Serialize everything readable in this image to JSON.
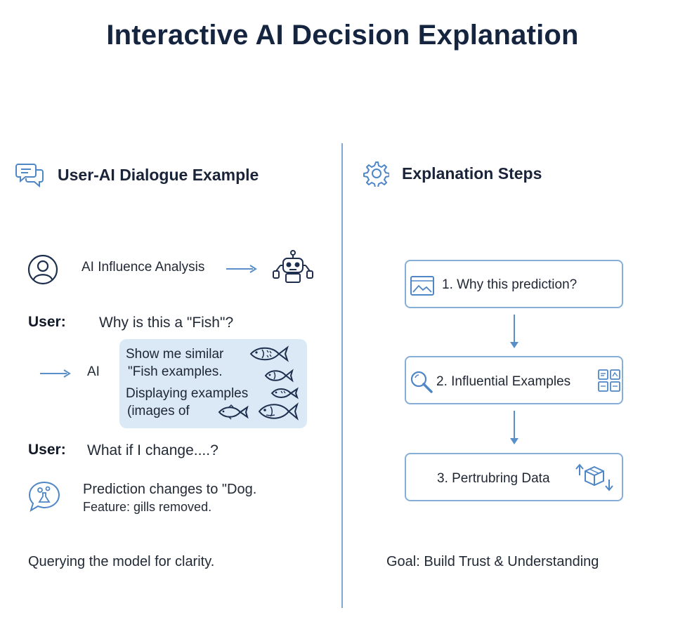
{
  "title": "Interactive AI Decision Explanation",
  "left": {
    "heading": "User-AI Dialogue Example",
    "analysis_label": "AI Influence Analysis",
    "user_q1_prefix": "User:",
    "user_q1": "Why is this a \"Fish\"?",
    "ai_label": "AI",
    "ai_lines": [
      "Show me similar",
      "\"Fish examples.",
      "Displaying examples",
      "(images of"
    ],
    "user_q2_prefix": "User:",
    "user_q2": "What if I change....?",
    "prediction_line1": "Prediction changes to \"Dog.",
    "prediction_line2": "Feature: gills removed.",
    "footer": "Querying the model for clarity."
  },
  "right": {
    "heading": "Explanation Steps",
    "steps": [
      "1. Why this prediction?",
      "2. Influential Examples",
      "3. Pertrubring Data"
    ],
    "footer": "Goal: Build Trust & Understanding"
  },
  "colors": {
    "title": "#15243f",
    "accent_blue": "#5b8fc9",
    "box_fill": "#dbe9f7",
    "box_border": "#86aed6"
  },
  "icons": [
    "chat-bubbles-icon",
    "gear-icon",
    "user-avatar-icon",
    "robot-icon",
    "fish-icon",
    "image-icon",
    "magnifier-icon",
    "grid-icon",
    "cube-arrows-icon",
    "chat-lab-icon"
  ]
}
